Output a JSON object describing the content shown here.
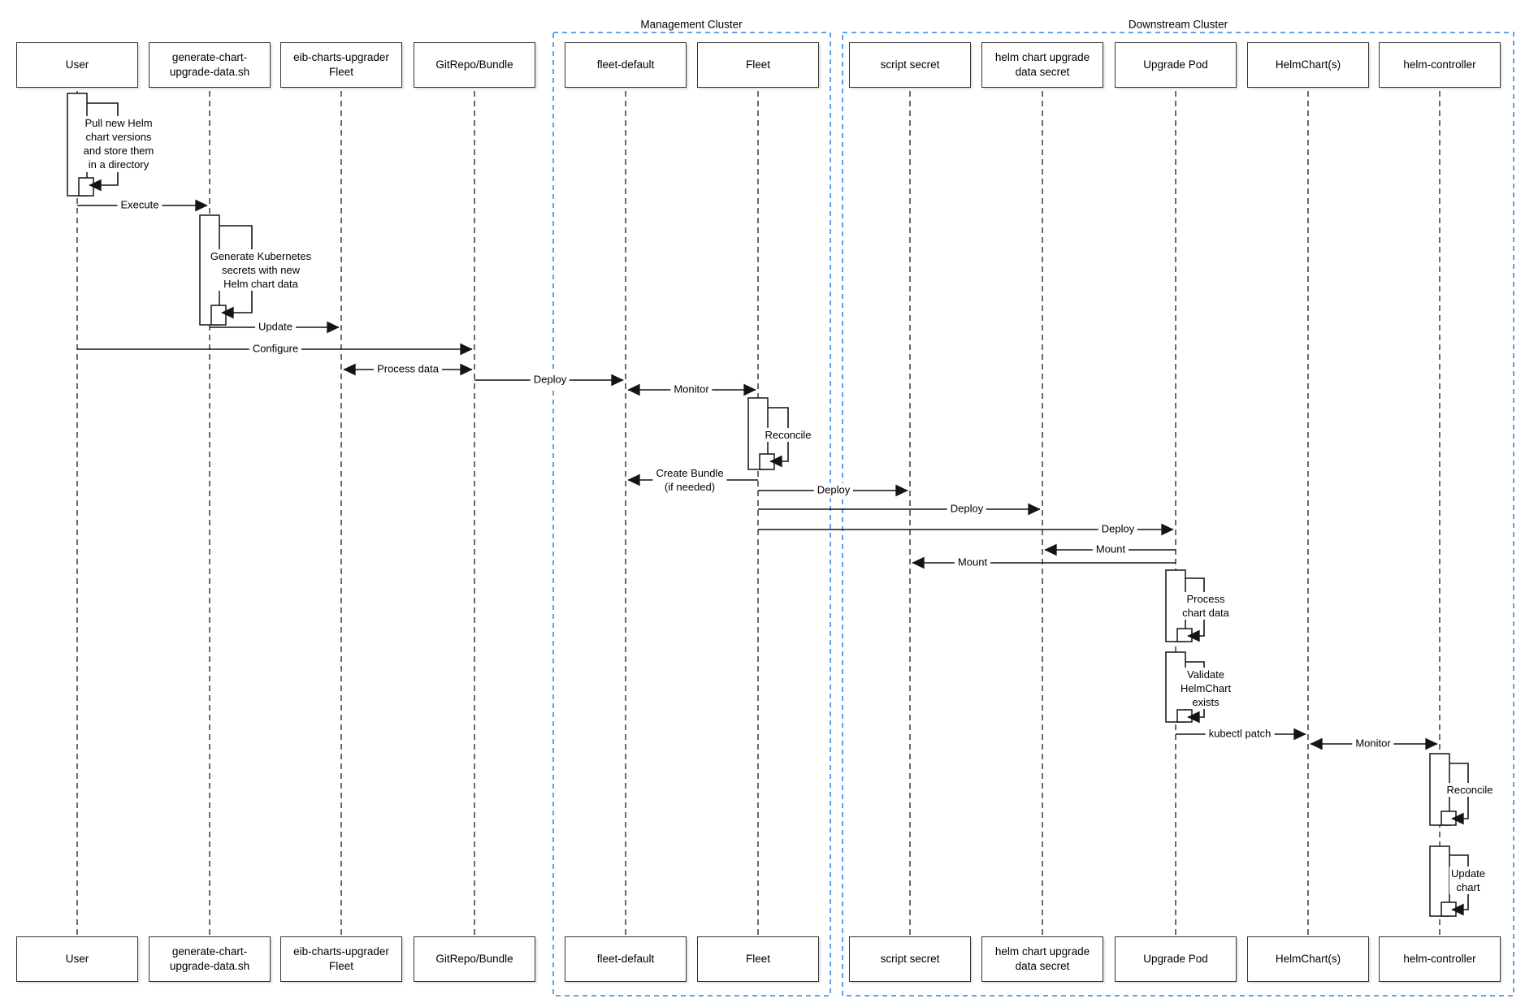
{
  "clusters": {
    "management": {
      "label": "Management Cluster"
    },
    "downstream": {
      "label": "Downstream Cluster"
    }
  },
  "actors": {
    "user": {
      "label": "User"
    },
    "generate_script": {
      "label": "generate-chart-\nupgrade-data.sh"
    },
    "eib_fleet": {
      "label": "eib-charts-upgrader\nFleet"
    },
    "gitrepo": {
      "label": "GitRepo/Bundle"
    },
    "fleet_default": {
      "label": "fleet-default"
    },
    "fleet": {
      "label": "Fleet"
    },
    "script_secret": {
      "label": "script secret"
    },
    "helm_secret": {
      "label": "helm chart upgrade\ndata secret"
    },
    "upgrade_pod": {
      "label": "Upgrade Pod"
    },
    "helmcharts": {
      "label": "HelmChart(s)"
    },
    "helm_controller": {
      "label": "helm-controller"
    }
  },
  "messages": {
    "execute": {
      "label": "Execute"
    },
    "update": {
      "label": "Update"
    },
    "configure": {
      "label": "Configure"
    },
    "process_data": {
      "label": "Process data"
    },
    "deploy_gitrepo": {
      "label": "Deploy"
    },
    "monitor_fleet": {
      "label": "Monitor"
    },
    "create_bundle": {
      "label": "Create Bundle\n(if needed)"
    },
    "deploy_script": {
      "label": "Deploy"
    },
    "deploy_helmsecret": {
      "label": "Deploy"
    },
    "deploy_upgradepod": {
      "label": "Deploy"
    },
    "mount_helmsecret": {
      "label": "Mount"
    },
    "mount_scriptsecret": {
      "label": "Mount"
    },
    "kubectl_patch": {
      "label": "kubectl patch"
    },
    "monitor_controller": {
      "label": "Monitor"
    }
  },
  "self_calls": {
    "pull_charts": {
      "label": "Pull new Helm\nchart versions\nand store them\nin a directory"
    },
    "generate_secrets": {
      "label": "Generate Kubernetes\nsecrets with new\nHelm chart data"
    },
    "fleet_reconcile": {
      "label": "Reconcile"
    },
    "process_chart_data": {
      "label": "Process\nchart data"
    },
    "validate_helmchart": {
      "label": "Validate\nHelmChart\nexists"
    },
    "controller_reconcile": {
      "label": "Reconcile"
    },
    "update_chart": {
      "label": "Update\nchart"
    }
  },
  "colors": {
    "cluster_border": "#4b96e6",
    "line": "#141414"
  }
}
